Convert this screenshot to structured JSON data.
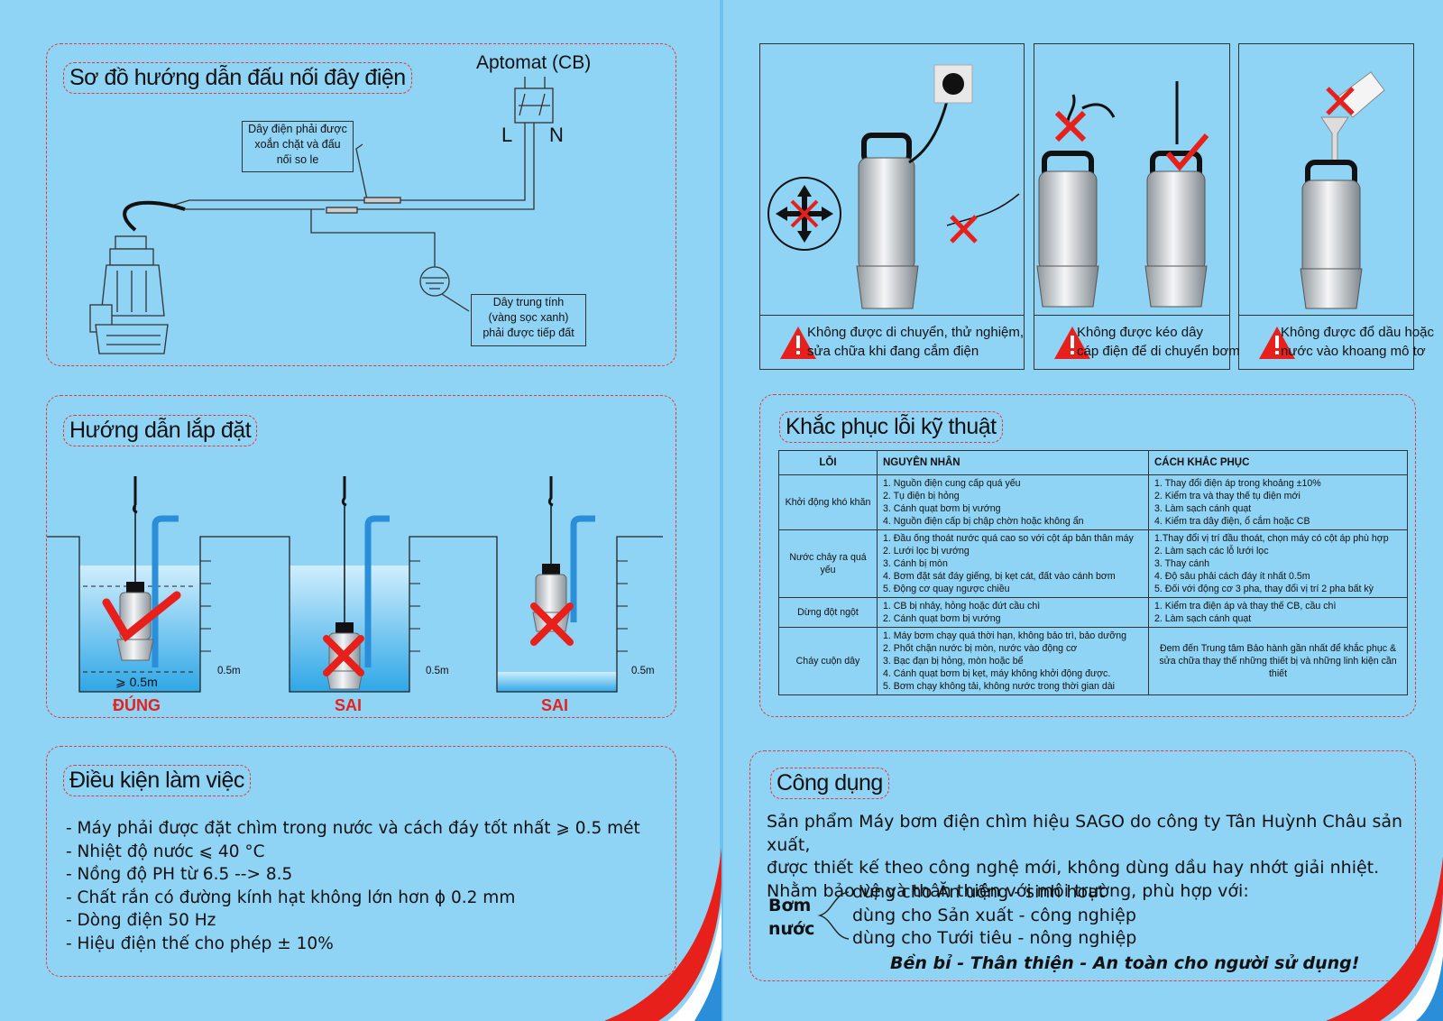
{
  "wiring": {
    "title": "Sơ đồ hướng dẫn đấu nối đây điện",
    "breaker_label": "Aptomat (CB)",
    "l_label": "L",
    "n_label": "N",
    "note_twist": [
      "Dây điện phải được",
      "xoắn chặt và đấu",
      "nối so le"
    ],
    "note_ground": [
      "Dây trung tính",
      "(vàng sọc xanh)",
      "phải được tiếp đất"
    ]
  },
  "install": {
    "title": "Hướng dẫn lắp đặt",
    "depth_label": "0.5m",
    "min_depth_label": "⩾ 0.5m",
    "verdicts": [
      "ĐÚNG",
      "SAI",
      "SAI"
    ]
  },
  "conditions": {
    "title": "Điều kiện làm việc",
    "items": [
      "- Máy phải được đặt chìm trong nước và cách đáy tốt nhất ⩾ 0.5 mét",
      "- Nhiệt độ nước ⩽ 40 °C",
      "- Nồng độ PH từ 6.5 --> 8.5",
      "- Chất rắn có đường kính hạt không lớn hơn ϕ 0.2 mm",
      "- Dòng điện 50 Hz",
      "- Hiệu điện thế cho phép ± 10%"
    ]
  },
  "warnings": [
    {
      "lines": [
        "Không được di chuyển, thử nghiệm,",
        "sửa chữa khi đang cắm điện"
      ]
    },
    {
      "lines": [
        "Không được kéo dây",
        "cáp điện để di chuyển bơm"
      ]
    },
    {
      "lines": [
        "Không được đổ dầu hoặc",
        "nước vào khoang mô tơ"
      ]
    }
  ],
  "troubleshoot": {
    "title": "Khắc phục lỗi kỹ thuật",
    "headers": [
      "LỖI",
      "NGUYÊN NHÂN",
      "CÁCH KHẮC PHỤC"
    ],
    "rows": [
      {
        "error": "Khởi động khó khăn",
        "causes": [
          "1. Nguồn điện cung cấp quá yếu",
          "2. Tụ điện bị hỏng",
          "3. Cánh quạt bơm bị vướng",
          "4. Nguồn điện cấp bị chập chờn hoặc không ẩn"
        ],
        "fixes": [
          "1. Thay đổi điện áp trong khoảng ±10%",
          "2. Kiểm tra và thay thế tụ điện mới",
          "3. Làm sạch cánh quạt",
          "4. Kiểm tra dây điện, ổ cắm hoặc CB"
        ]
      },
      {
        "error": "Nước chảy ra quá yếu",
        "causes": [
          "1. Đầu ống thoát nước quá cao so với cột áp bản thân máy",
          "2. Lưới lọc bị vướng",
          "3. Cánh bị mòn",
          "4. Bơm đặt sát đáy giếng, bị kẹt cát, đất vào cánh bơm",
          "5. Động cơ quay ngược chiều"
        ],
        "fixes": [
          "1.Thay đổi vị trí  đầu thoát, chọn máy có cột áp phù hợp",
          "2. Làm sạch các lỗ lưới lọc",
          "3. Thay cánh",
          "4. Độ sâu phải cách đáy ít nhất 0.5m",
          "5. Đối với động cơ 3 pha, thay đổi vị trí 2 pha bất kỳ"
        ]
      },
      {
        "error": "Dừng đột ngột",
        "causes": [
          "1. CB bị nhảy, hỏng hoặc đứt cầu chì",
          "2. Cánh quạt bơm bị vướng"
        ],
        "fixes": [
          "1. Kiểm tra điện áp và thay thế CB, cầu chì",
          "2. Làm sạch cánh quạt"
        ]
      },
      {
        "error": "Cháy cuộn dây",
        "causes": [
          "1. Máy bơm chạy quá thời hạn, không bảo trì, bảo dưỡng",
          "2. Phốt chặn nước bị mòn, nước vào động cơ",
          "3. Bạc đạn bị hỏng, mòn hoặc bể",
          "4. Cánh quạt bơm bị kẹt, máy không khởi động được.",
          "5. Bơm chạy không tải, không nước trong thời gian dài"
        ],
        "fixes": [
          "Đem đến Trung tâm Bảo hành gần nhất để khắc phục & sửa chữa thay thế những thiết bị và những linh kiện cần thiết"
        ]
      }
    ]
  },
  "usage": {
    "title": "Công dụng",
    "intro": [
      "Sản phẩm Máy bơm điện chìm hiệu SAGO do công ty Tân Huỳnh Châu sản xuất,",
      "được thiết kế theo công nghệ mới, không dùng dầu hay nhớt giải nhiệt.",
      "Nhằm bảo vệ và thân thiện với môi trường, phù hợp với:"
    ],
    "pump_label_1": "Bơm",
    "pump_label_2": "nước",
    "uses": [
      "dùng cho Ăn uống - sinh hoạt",
      "dùng cho Sản xuất - công nghiệp",
      "dùng cho Tưới tiêu - nông nghiệp"
    ],
    "slogan": "Bền bỉ - Thân thiện - An toàn cho người sử dụng!"
  },
  "colors": {
    "background": "#8fd3f5",
    "dashed_border": "#e53935",
    "verdict_red": "#e8201c",
    "check_red": "#e8201c"
  }
}
